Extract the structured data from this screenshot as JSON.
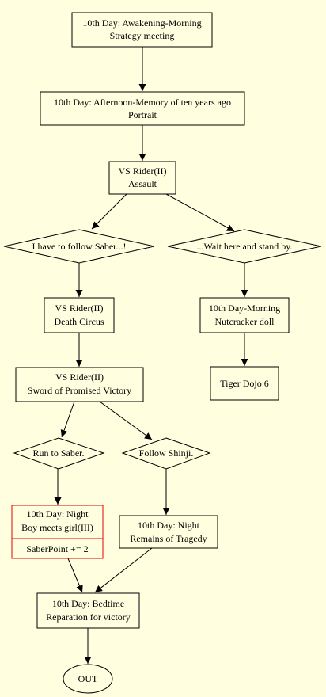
{
  "nodes": {
    "n1": {
      "line1": "10th Day: Awakening-Morning",
      "line2": "Strategy meeting"
    },
    "n2": {
      "line1": "10th Day: Afternoon-Memory of ten years ago",
      "line2": "Portrait"
    },
    "n3": {
      "line1": "VS Rider(II)",
      "line2": "Assault"
    },
    "d1": {
      "label": "I have to follow Saber...!"
    },
    "d2": {
      "label": "...Wait here and stand by."
    },
    "n4": {
      "line1": "VS Rider(II)",
      "line2": "Death Circus"
    },
    "n5": {
      "line1": "10th Day-Morning",
      "line2": "Nutcracker doll"
    },
    "n6": {
      "line1": "VS Rider(II)",
      "line2": "Sword of Promised Victory"
    },
    "n7": {
      "label": "Tiger Dojo 6"
    },
    "d3": {
      "label": "Run to Saber."
    },
    "d4": {
      "label": "Follow Shinji."
    },
    "n8": {
      "line1": "10th Day: Night",
      "line2": "Boy meets girl(III)",
      "extra": "SaberPoint += 2"
    },
    "n9": {
      "line1": "10th Day: Night",
      "line2": "Remains of Tragedy"
    },
    "n10": {
      "line1": "10th Day: Bedtime",
      "line2": "Reparation for victory"
    },
    "out": {
      "label": "OUT"
    }
  },
  "colors": {
    "background": "#ffffe0",
    "stroke": "#000000",
    "highlight_stroke": "#e00000"
  }
}
